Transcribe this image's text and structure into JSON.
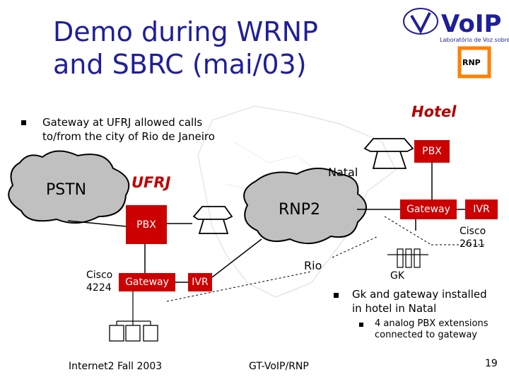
{
  "slide": {
    "title_line1": "Demo during WRNP",
    "title_line2": "and SBRC (mai/03)",
    "hotel_label": "Hotel",
    "ufrj_label": "UFRJ",
    "bullet1_line1": "Gateway at UFRJ allowed calls",
    "bullet1_line2": "to/from the city of Rio de Janeiro",
    "bullet2_line1": "Gk and gateway installed",
    "bullet2_line2": "in hotel in Natal",
    "bullet3_line1": "4 analog PBX extensions",
    "bullet3_line2": "connected to gateway",
    "footer_left": "Internet2 Fall 2003",
    "footer_center": "GT-VoIP/RNP",
    "page_number": "19"
  },
  "diagram": {
    "pstn": "PSTN",
    "rnp2": "RNP2",
    "pbx_hotel": "PBX",
    "pbx_ufrj": "PBX",
    "gateway_hotel": "Gateway",
    "ivr_hotel": "IVR",
    "gateway_ufrj": "Gateway",
    "ivr_ufrj": "IVR",
    "natal": "Natal",
    "rio": "Rio",
    "cisco2611_line1": "Cisco",
    "cisco2611_line2": "2611",
    "cisco4224_line1": "Cisco",
    "cisco4224_line2": "4224",
    "gk": "GK"
  },
  "logos": {
    "voip_text": "VoIP",
    "voip_sub": "Laboratório de Voz sobre IP",
    "rnp_text": "RNP"
  },
  "colors": {
    "title": "#1f1f9a",
    "accent_red": "#cc0000",
    "cloud": "#c0c0c0",
    "logo_orange": "#ff8000"
  }
}
